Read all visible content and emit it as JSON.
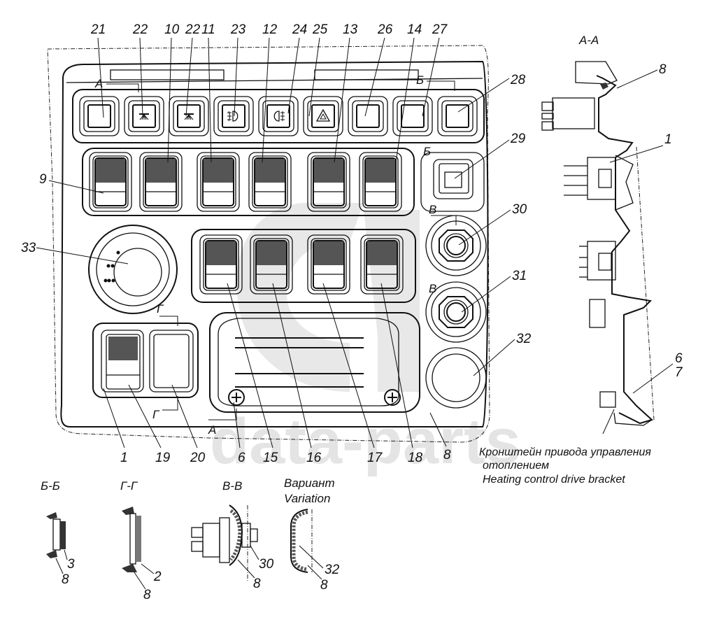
{
  "diagram": {
    "title": "Instrument panel switch block assembly",
    "watermark": "data-parts",
    "callouts_top": [
      "21",
      "22",
      "10",
      "22",
      "11",
      "23",
      "12",
      "24",
      "25",
      "13",
      "26",
      "14",
      "27"
    ],
    "callouts_right": [
      "28",
      "29",
      "30",
      "31",
      "32"
    ],
    "callouts_left": [
      "9",
      "33"
    ],
    "callouts_bottom": [
      "1",
      "19",
      "20",
      "6",
      "15",
      "16",
      "17",
      "18",
      "8"
    ],
    "section_markers": {
      "a": "А",
      "b": "Б",
      "v": "В",
      "g": "Г"
    },
    "top_row_buttons": [
      {
        "id": "21",
        "icon": "blank"
      },
      {
        "id": "22",
        "icon": "work-light"
      },
      {
        "id": "22",
        "icon": "work-light"
      },
      {
        "id": "23",
        "icon": "front-fog-light"
      },
      {
        "id": "24",
        "icon": "rear-fog-light"
      },
      {
        "id": "25",
        "icon": "hazard-warning"
      },
      {
        "id": "26",
        "icon": "blank"
      },
      {
        "id": "27",
        "icon": "blank"
      },
      {
        "id": "28",
        "icon": "blank"
      }
    ],
    "rocker_row_1": [
      "9",
      "10",
      "11",
      "12",
      "13",
      "14"
    ],
    "rocker_row_2": [
      "15",
      "16",
      "17",
      "18"
    ],
    "section_views": {
      "aa": {
        "title": "А-А",
        "callouts": [
          "8",
          "1",
          "6",
          "7"
        ],
        "caption_ru_line1": "Кронштейн привода управления",
        "caption_ru_line2": "отоплением",
        "caption_en": "Heating control drive bracket"
      },
      "bb": {
        "title": "Б-Б",
        "callouts": [
          "3",
          "8"
        ]
      },
      "gg": {
        "title": "Г-Г",
        "callouts": [
          "2",
          "8"
        ]
      },
      "vv": {
        "title": "В-В",
        "callouts": [
          "30",
          "8"
        ]
      },
      "variant": {
        "title_ru": "Вариант",
        "title_en": "Variation",
        "callouts": [
          "32",
          "8"
        ]
      }
    }
  }
}
